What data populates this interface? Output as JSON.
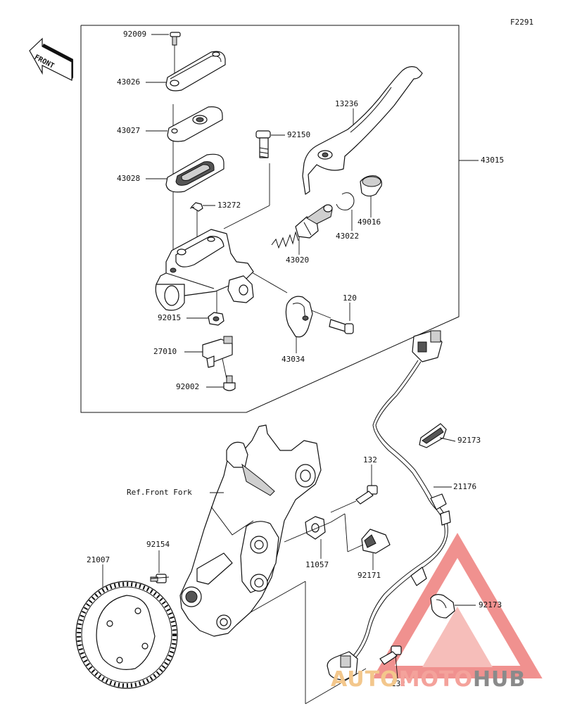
{
  "diagram_code": "F2291",
  "front_badge": "FRONT",
  "ref_label": "Ref.Front Fork",
  "watermark": {
    "part1": "AUTO",
    "part2": "MOTO",
    "part3": "HUB",
    "colors": {
      "auto": "#f3c78c",
      "moto": "#f4a29b",
      "hub": "#8a8a8a",
      "triangle": "#e53935"
    }
  },
  "parts": [
    {
      "id": "p92009",
      "code": "92009"
    },
    {
      "id": "p43026",
      "code": "43026"
    },
    {
      "id": "p43027",
      "code": "43027"
    },
    {
      "id": "p43028",
      "code": "43028"
    },
    {
      "id": "p92150",
      "code": "92150"
    },
    {
      "id": "p13236",
      "code": "13236"
    },
    {
      "id": "p43015",
      "code": "43015"
    },
    {
      "id": "p13272",
      "code": "13272"
    },
    {
      "id": "p49016",
      "code": "49016"
    },
    {
      "id": "p43022",
      "code": "43022"
    },
    {
      "id": "p43020",
      "code": "43020"
    },
    {
      "id": "p120",
      "code": "120"
    },
    {
      "id": "p92015",
      "code": "92015"
    },
    {
      "id": "p27010",
      "code": "27010"
    },
    {
      "id": "p43034",
      "code": "43034"
    },
    {
      "id": "p92002",
      "code": "92002"
    },
    {
      "id": "p92173a",
      "code": "92173"
    },
    {
      "id": "p132a",
      "code": "132"
    },
    {
      "id": "p21176",
      "code": "21176"
    },
    {
      "id": "p92154",
      "code": "92154"
    },
    {
      "id": "p21007",
      "code": "21007"
    },
    {
      "id": "p11057",
      "code": "11057"
    },
    {
      "id": "p92171",
      "code": "92171"
    },
    {
      "id": "p92173b",
      "code": "92173"
    },
    {
      "id": "p132b",
      "code": "132"
    }
  ]
}
